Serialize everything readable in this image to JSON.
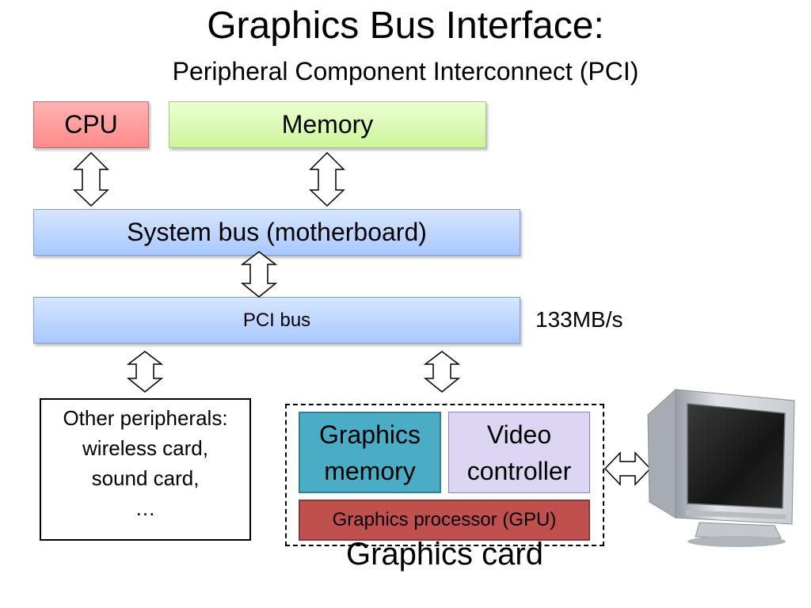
{
  "title": "Graphics Bus Interface:",
  "subtitle": "Peripheral Component Interconnect (PCI)",
  "cpu_label": "CPU",
  "memory_label": "Memory",
  "system_bus_label": "System bus (motherboard)",
  "pci_bus_label": "PCI bus",
  "pci_speed": "133MB/s",
  "peripherals": {
    "lines": [
      "Other peripherals:",
      "wireless card,",
      "sound card,",
      "…"
    ]
  },
  "graphics_card": {
    "label": "Graphics card",
    "memory_lines": [
      "Graphics",
      "memory"
    ],
    "video_controller_lines": [
      "Video",
      "controller"
    ],
    "gpu_label": "Graphics processor (GPU)"
  },
  "colors": {
    "cpu": "#ff9999",
    "memory": "#d7f7b0",
    "bus": "#bcd4ff",
    "graphics_memory": "#4bacc6",
    "video_controller": "#ddd6f3",
    "gpu": "#c0504d"
  }
}
